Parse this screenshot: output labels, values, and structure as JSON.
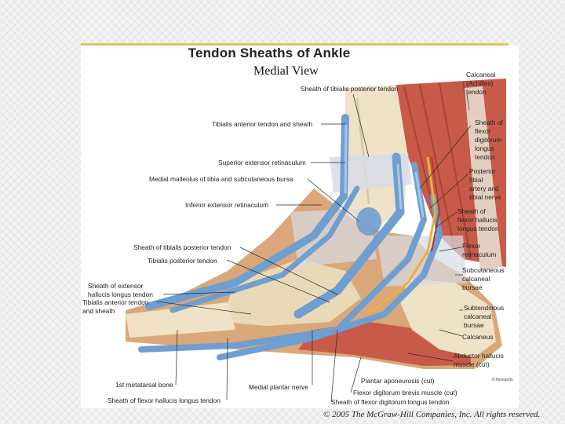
{
  "slide": {
    "title": "Tendon Sheaths of Ankle",
    "subtitle": "Medial View",
    "copyright": "© 2005 The McGraw-Hill Companies, Inc. All rights reserved.",
    "credit": "©Novartis"
  },
  "labels": {
    "sheath_tibialis_posterior_top": "Sheath of tibialis posterior tendon",
    "tibialis_anterior_tendon_sheath": "Tibialis anterior tendon and sheath",
    "superior_extensor_retinaculum": "Superior extensor retinaculum",
    "medial_malleolus": "Medial malleolus of tibia and subcutaneous bursa",
    "inferior_extensor_retinaculum": "Inferior extensor retinaculum",
    "sheath_tibialis_posterior_mid": "Sheath of tibialis posterior tendon",
    "tibialis_posterior_tendon": "Tibialis posterior tendon",
    "sheath_ehl_1": "Sheath of extensor",
    "sheath_ehl_2": "hallucis longus tendon",
    "tibialis_anterior_1": "Tibialis anterior tendon",
    "tibialis_anterior_2": "and sheath",
    "first_metatarsal": "1st metatarsal bone",
    "sheath_fhl_bottom": "Sheath of flexor hallucis longus tendon",
    "medial_plantar_nerve": "Medial plantar nerve",
    "plantar_aponeurosis": "Plantar aponeurosis (cut)",
    "fdb_muscle": "Flexor digitorum brevis muscle (cut)",
    "sheath_fdl_bottom": "Sheath of flexor digitorum longus tendon",
    "calcaneal_1": "Calcaneal",
    "calcaneal_2": "(Achilles)",
    "calcaneal_3": "tendon",
    "sheath_fdl_1": "Sheath of",
    "sheath_fdl_2": "flexor",
    "sheath_fdl_3": "digitorum",
    "sheath_fdl_4": "longus",
    "sheath_fdl_5": "tendon",
    "post_tibial_1": "Posterior",
    "post_tibial_2": "tibial",
    "post_tibial_3": "artery and",
    "post_tibial_4": "tibial nerve",
    "sheath_fhl_1": "Sheath of",
    "sheath_fhl_2": "flexor hallucis",
    "sheath_fhl_3": "longus tendon",
    "flexor_ret_1": "Flexor",
    "flexor_ret_2": "retinaculum",
    "subcut_1": "Subcutaneous",
    "subcut_2": "calcaneal",
    "subcut_3": "bursae",
    "subtend_1": "Subtendinous",
    "subtend_2": "calcaneal",
    "subtend_3": "bursae",
    "calcaneus": "Calcaneus",
    "abductor_1": "Abductor hallucis",
    "abductor_2": "muscle (cut)"
  },
  "colors": {
    "sheath_blue": "#6f9fd0",
    "muscle_red": "#c85a4a",
    "skin": "#d9a77a",
    "bone": "#efe2c6",
    "retinaculum": "#d8dce6"
  }
}
